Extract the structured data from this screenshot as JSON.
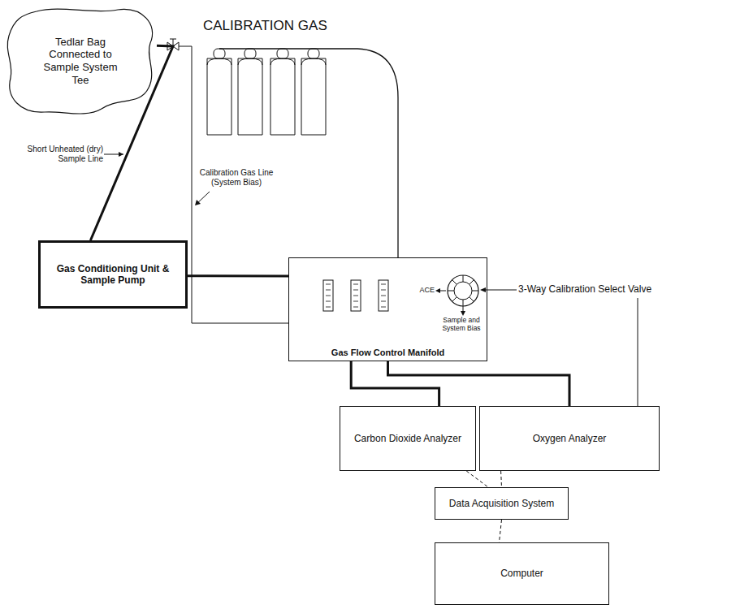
{
  "diagram": {
    "nodes": [
      {
        "text": [
          "Tedlar Bag Connected to Sample System Tee"
        ]
      },
      {
        "text": [
          "Gas Conditioning Unit & Sample Pump"
        ]
      },
      {
        "text": [
          "Gas Flow Control Manifold"
        ]
      },
      {
        "text": [
          "Carbon Dioxide Analyzer"
        ]
      },
      {
        "text": [
          "Oxygen Analyzer"
        ]
      },
      {
        "text": [
          "Data Acquisition System"
        ]
      },
      {
        "text": [
          "Computer"
        ]
      }
    ],
    "edges": [
      {
        "from": 0,
        "to": 1,
        "arrow": "none"
      },
      {
        "from": 1,
        "to": 2,
        "arrow": "none"
      },
      {
        "from": 2,
        "to": 3,
        "arrow": "none"
      },
      {
        "from": 2,
        "to": 4,
        "arrow": "none"
      },
      {
        "from": 3,
        "to": 5,
        "arrow": "none"
      },
      {
        "from": 4,
        "to": 5,
        "arrow": "none"
      },
      {
        "from": 5,
        "to": 6,
        "arrow": "none"
      }
    ],
    "labels": [
      "CALIBRATION GAS",
      "Short Unheated (dry) Sample Line",
      "Calibration Gas Line (System Bias)",
      "ACE",
      "Sample and System Bias",
      "3-Way Calibration Select Valve"
    ]
  }
}
